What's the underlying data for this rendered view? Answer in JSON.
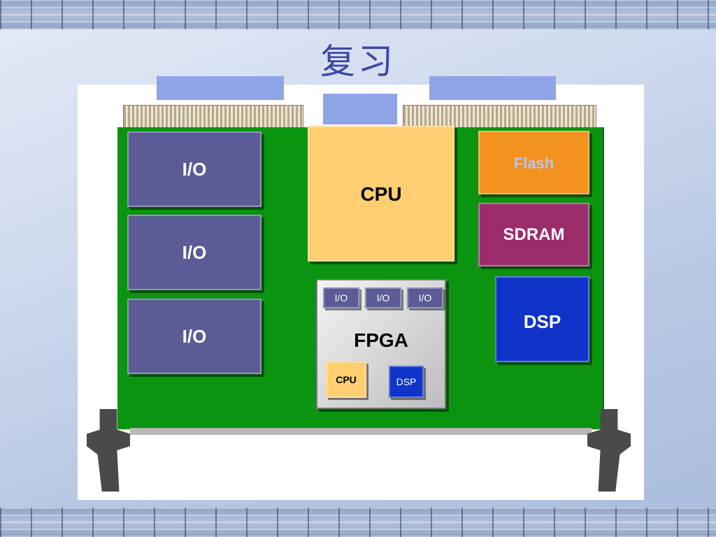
{
  "slide": {
    "title": "复习"
  },
  "board": {
    "io_blocks": [
      "I/O",
      "I/O",
      "I/O"
    ],
    "cpu": "CPU",
    "flash": "Flash",
    "sdram": "SDRAM",
    "dsp": "DSP",
    "fpga": {
      "label": "FPGA",
      "io_ports": [
        "I/O",
        "I/O",
        "I/O"
      ],
      "cpu": "CPU",
      "dsp": "DSP"
    }
  },
  "colors": {
    "pcb": "#0b9410",
    "io": "#5b5b96",
    "cpu": "#ffce70",
    "flash": "#f2921f",
    "sdram": "#9b2d6d",
    "dsp": "#1034c9",
    "title": "#3a48a8",
    "tab": "#8ea4e6"
  }
}
